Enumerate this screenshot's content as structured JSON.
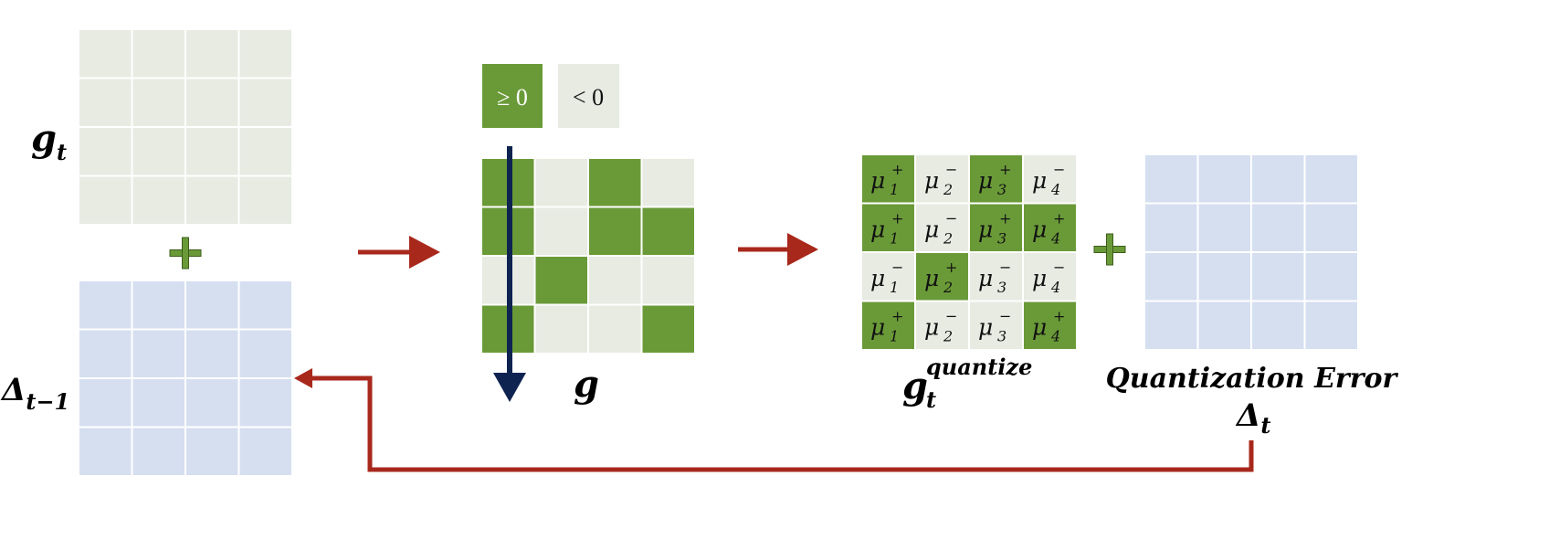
{
  "colors": {
    "green": "#6a9a38",
    "light_green": "#e7ebe2",
    "light_blue": "#d5dff0",
    "red": "#a8281c",
    "navy": "#0e2350",
    "white": "#ffffff"
  },
  "labels": {
    "g_t": "g",
    "g_t_sub": "t",
    "delta_prev": "Δ",
    "delta_prev_sub": "t−1",
    "g": "g",
    "g_quant": "g",
    "g_quant_sup": "quantize",
    "g_quant_sub": "t",
    "quant_error": "Quantization Error",
    "delta_t": "Δ",
    "delta_t_sub": "t",
    "plus": "+"
  },
  "legend": {
    "positive": "≥ 0",
    "negative": "< 0"
  },
  "sign_grid": [
    [
      1,
      0,
      1,
      0
    ],
    [
      1,
      0,
      1,
      1
    ],
    [
      0,
      1,
      0,
      0
    ],
    [
      1,
      0,
      0,
      1
    ]
  ],
  "quantized_grid": [
    [
      {
        "sym": "μ",
        "sub": "1",
        "sup": "+"
      },
      {
        "sym": "μ",
        "sub": "2",
        "sup": "−"
      },
      {
        "sym": "μ",
        "sub": "3",
        "sup": "+"
      },
      {
        "sym": "μ",
        "sub": "4",
        "sup": "−"
      }
    ],
    [
      {
        "sym": "μ",
        "sub": "1",
        "sup": "+"
      },
      {
        "sym": "μ",
        "sub": "2",
        "sup": "−"
      },
      {
        "sym": "μ",
        "sub": "3",
        "sup": "+"
      },
      {
        "sym": "μ",
        "sub": "4",
        "sup": "+"
      }
    ],
    [
      {
        "sym": "μ",
        "sub": "1",
        "sup": "−"
      },
      {
        "sym": "μ",
        "sub": "2",
        "sup": "+"
      },
      {
        "sym": "μ",
        "sub": "3",
        "sup": "−"
      },
      {
        "sym": "μ",
        "sub": "4",
        "sup": "−"
      }
    ],
    [
      {
        "sym": "μ",
        "sub": "1",
        "sup": "+"
      },
      {
        "sym": "μ",
        "sub": "2",
        "sup": "−"
      },
      {
        "sym": "μ",
        "sub": "3",
        "sup": "−"
      },
      {
        "sym": "μ",
        "sub": "4",
        "sup": "+"
      }
    ]
  ]
}
